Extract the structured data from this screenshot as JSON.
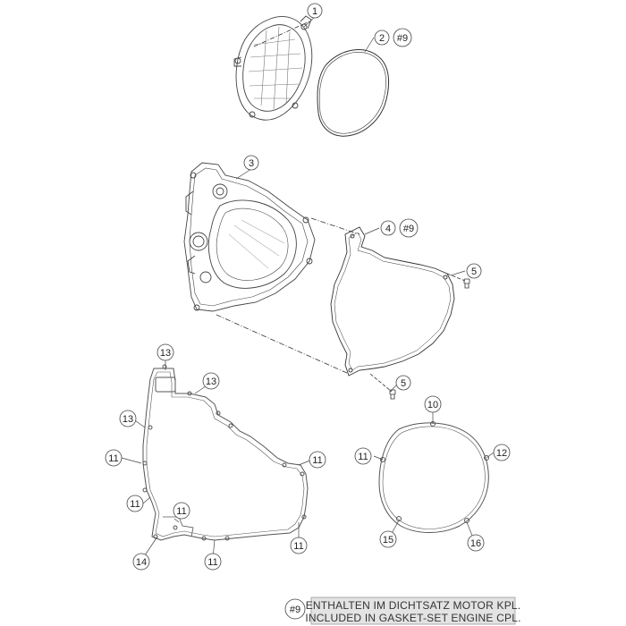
{
  "callouts": {
    "c1": "1",
    "c2": "2",
    "c2_ref": "#9",
    "c3": "3",
    "c4": "4",
    "c4_ref": "#9",
    "c5a": "5",
    "c5b": "5",
    "c10": "10",
    "c11_r": "11",
    "c12": "12",
    "c15": "15",
    "c16": "16",
    "c13_a": "13",
    "c13_b": "13",
    "c13_c": "13",
    "c11_a": "11",
    "c11_b": "11",
    "c11_c": "11",
    "c11_d": "11",
    "c11_e": "11",
    "c11_f": "11",
    "c14": "14"
  },
  "note": {
    "ref": "#9",
    "line1": "ENTHALTEN IM DICHTSATZ MOTOR KPL.",
    "line2": "INCLUDED IN GASKET-SET ENGINE CPL."
  },
  "colors": {
    "line": "#333333",
    "light": "#888888",
    "note_bg": "#e3e3e3",
    "note_border": "#9a9a9a"
  }
}
